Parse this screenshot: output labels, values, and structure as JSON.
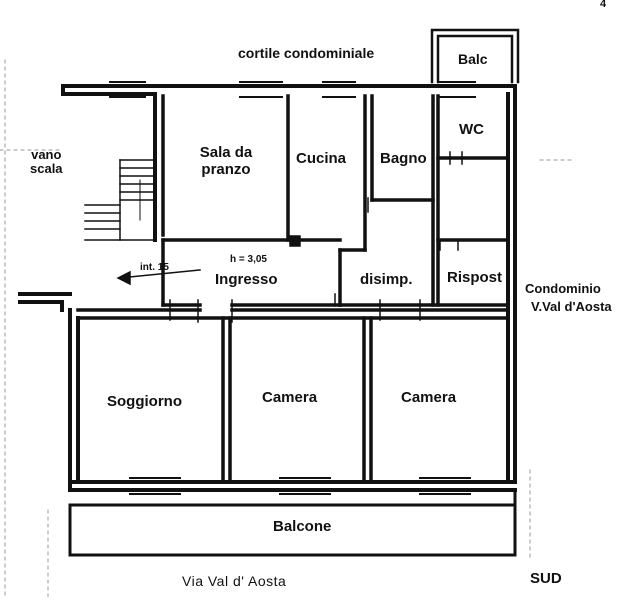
{
  "header": {
    "page_number": "4"
  },
  "labels": {
    "courtyard": "cortile  condominiale",
    "balcony_top": "Balc",
    "wc": "WC",
    "stair_line1": "vano",
    "stair_line2": "scala",
    "dining_line1": "Sala da",
    "dining_line2": "pranzo",
    "kitchen": "Cucina",
    "bathroom": "Bagno",
    "height_note": "h = 3,05",
    "interior_note": "int. 15",
    "entrance": "Ingresso",
    "hallway": "disimp.",
    "storage": "Rispost",
    "neighbor_line1": "Condominio",
    "neighbor_line2": "V.Val d'Aosta",
    "living_room": "Soggiorno",
    "bedroom_1": "Camera",
    "bedroom_2": "Camera",
    "balcony_bottom": "Balcone",
    "street": "Via Val d' Aosta",
    "orientation": "SUD"
  },
  "colors": {
    "ink": "#111111",
    "paper": "#ffffff",
    "grid": "#9a9a9a"
  }
}
